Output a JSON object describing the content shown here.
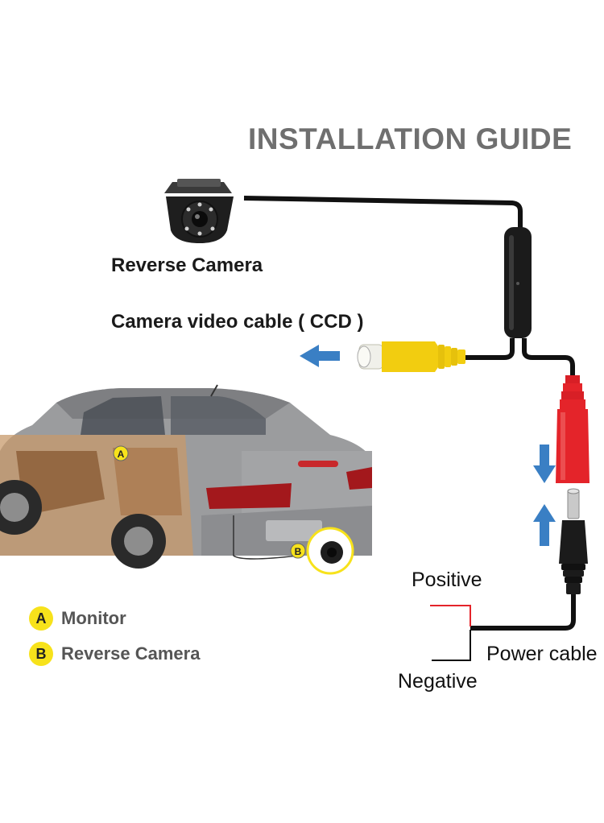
{
  "title": "INSTALLATION GUIDE",
  "labels": {
    "reverse_camera": "Reverse Camera",
    "video_cable": "Camera video cable ( CCD )",
    "positive": "Positive",
    "power_cable": "Power cable",
    "negative": "Negative"
  },
  "legend": [
    {
      "key": "A",
      "text": "Monitor"
    },
    {
      "key": "B",
      "text": "Reverse Camera"
    }
  ],
  "colors": {
    "arrow": "#3a7fc4",
    "rca_yellow": "#f2cd10",
    "dc_red": "#e4242a",
    "badge": "#f7e21b",
    "cable": "#111111"
  }
}
